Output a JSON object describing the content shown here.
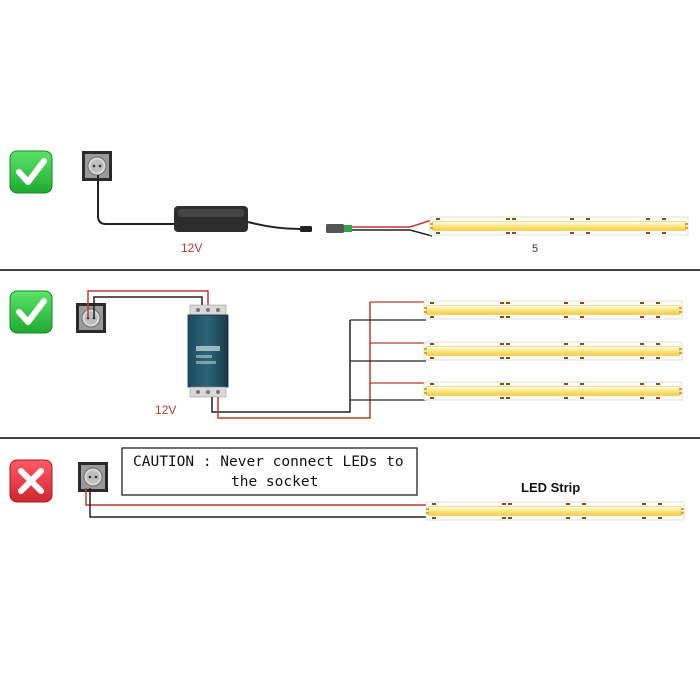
{
  "rows": [
    {
      "status": "correct",
      "status_icon": "check-icon",
      "status_color": "#2ecc40",
      "voltage_label": "12V",
      "extra_label": "5"
    },
    {
      "status": "correct",
      "status_icon": "check-icon",
      "status_color": "#2ecc40",
      "voltage_label": "12V"
    },
    {
      "status": "wrong",
      "status_icon": "cross-icon",
      "status_color": "#e63946",
      "caution_line1": "CAUTION : Never connect LEDs to",
      "caution_line2": "the socket",
      "strip_title": "LED Strip"
    }
  ],
  "colors": {
    "divider": "#444444",
    "wire_red": "#c0392b",
    "wire_black": "#222222",
    "strip_fill": "#fde58a",
    "strip_edge": "#e3b534"
  }
}
